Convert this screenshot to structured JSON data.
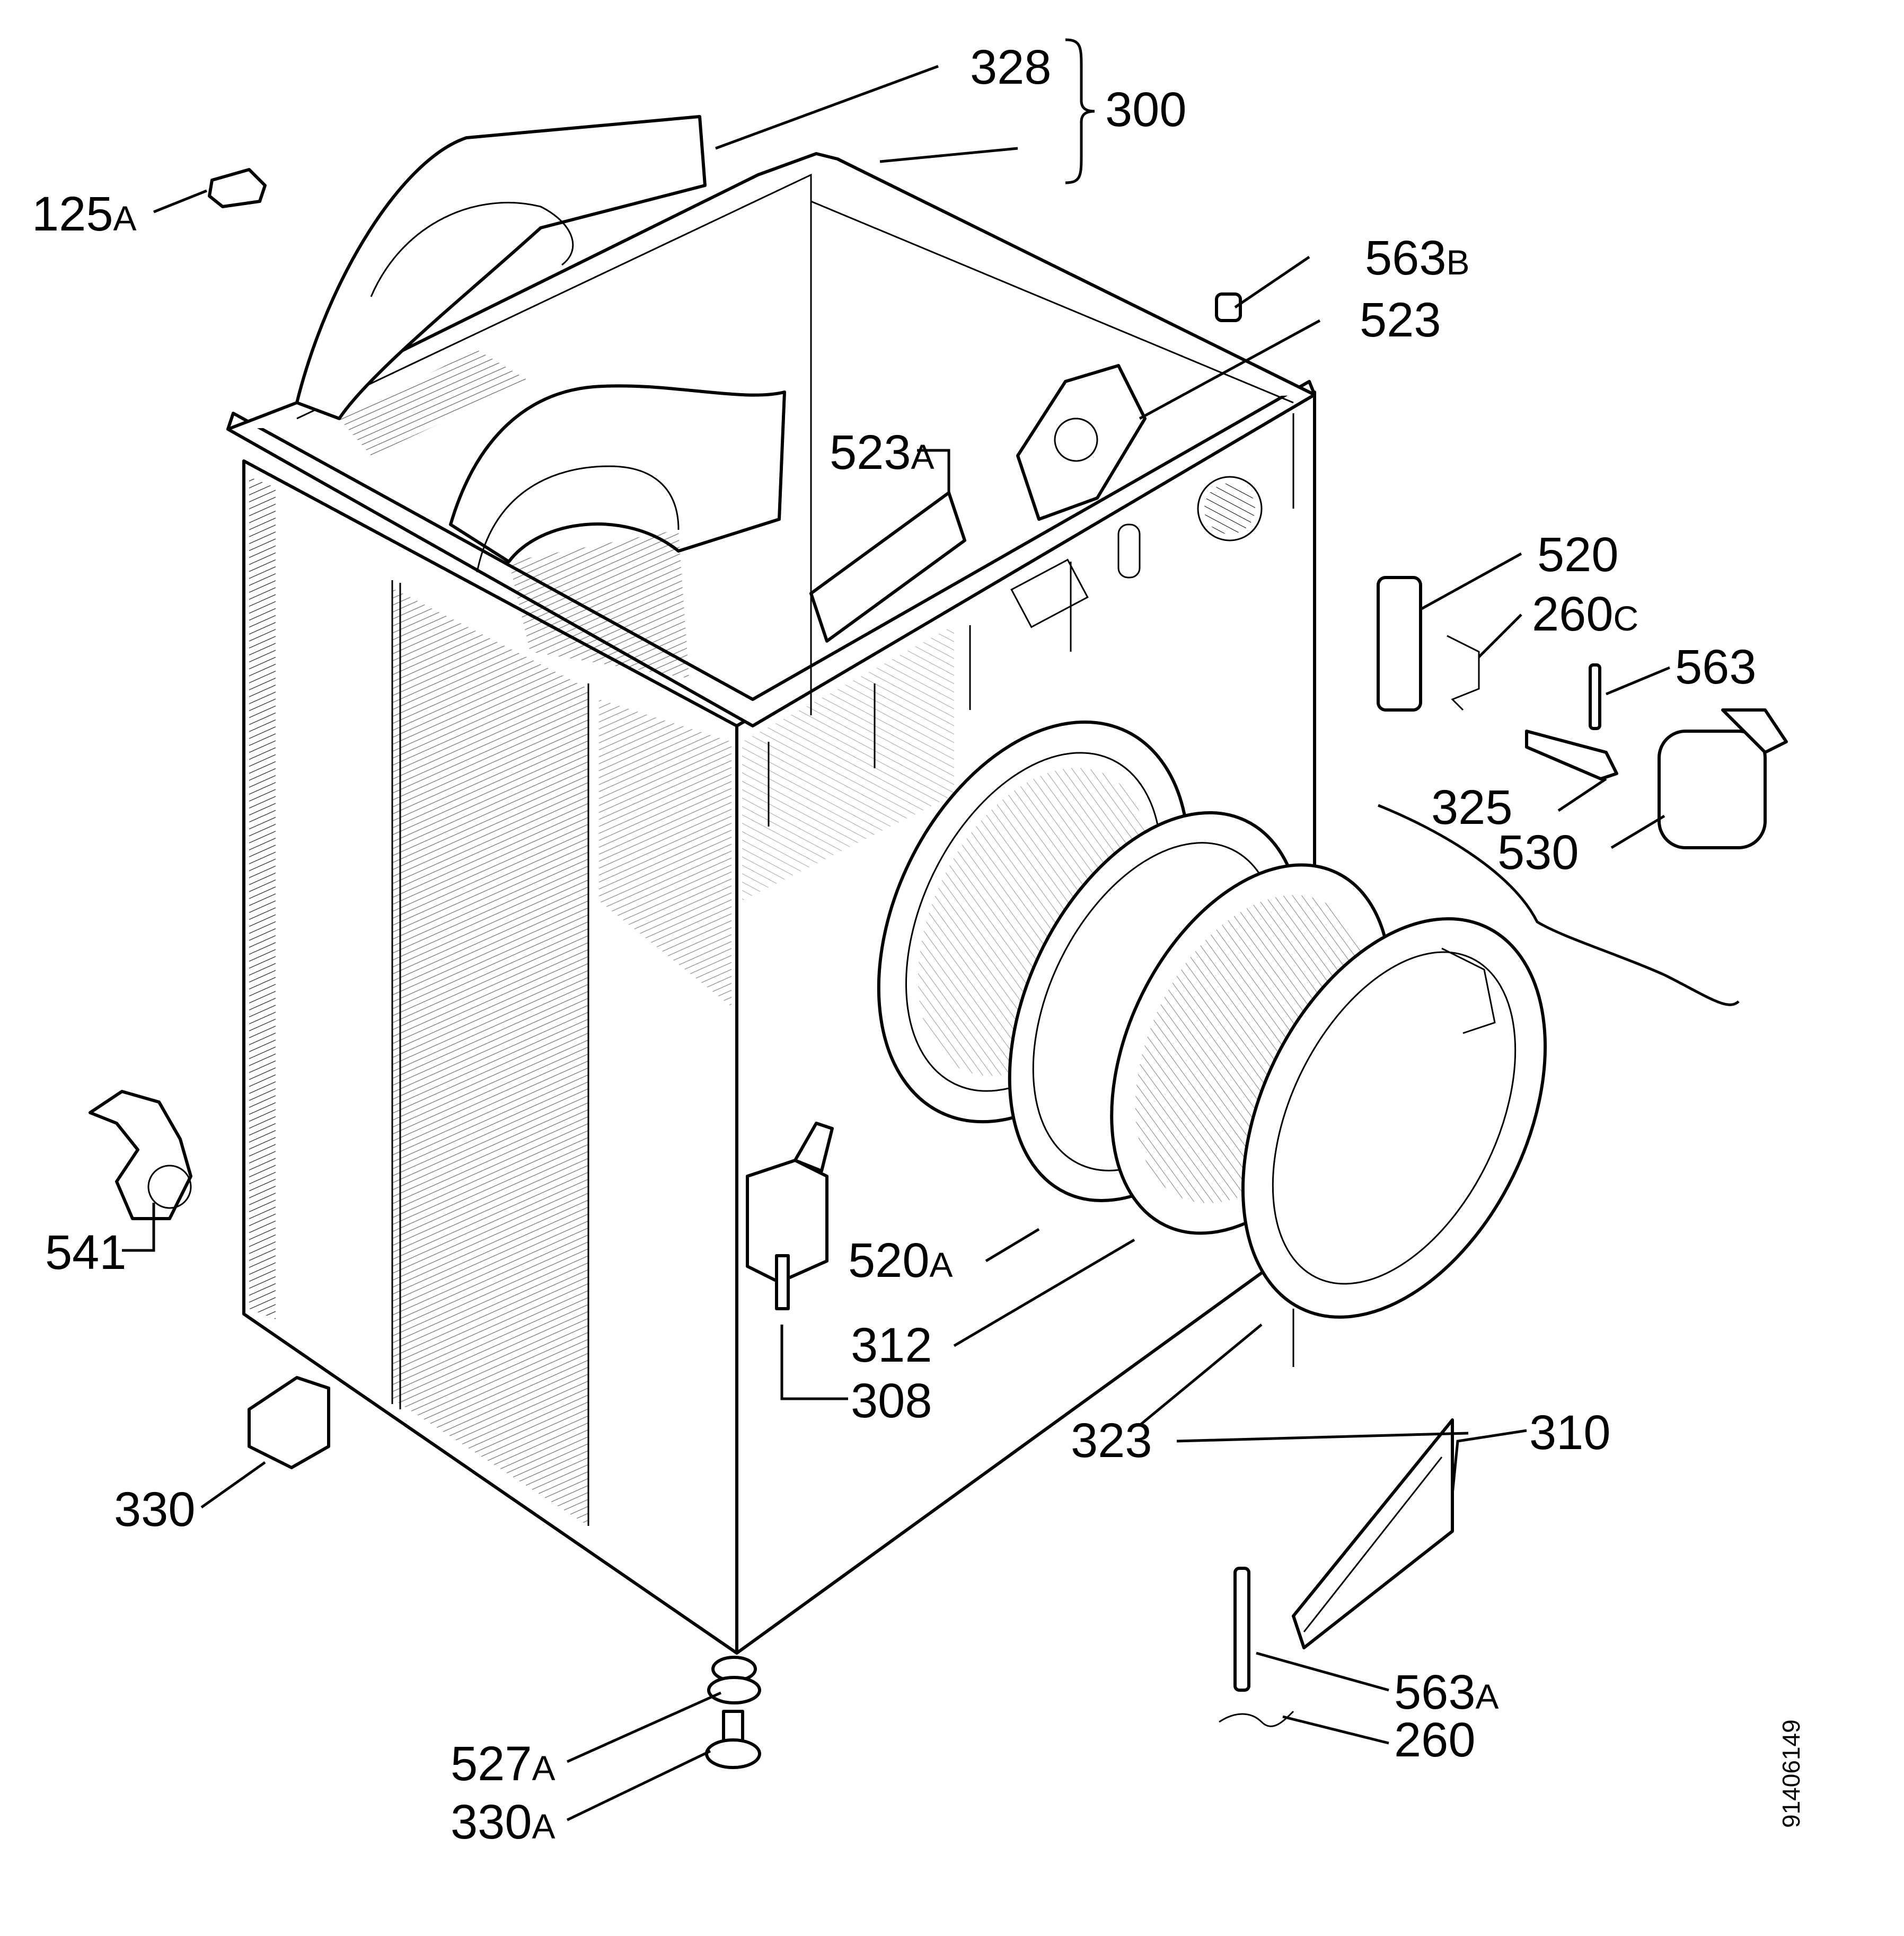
{
  "labels": {
    "p328": {
      "num": "328",
      "suf": ""
    },
    "p300": {
      "num": "300",
      "suf": ""
    },
    "p125a": {
      "num": "125",
      "suf": "A"
    },
    "p563b": {
      "num": "563",
      "suf": "B"
    },
    "p523": {
      "num": "523",
      "suf": ""
    },
    "p523a": {
      "num": "523",
      "suf": "A"
    },
    "p520": {
      "num": "520",
      "suf": ""
    },
    "p260c": {
      "num": "260",
      "suf": "C"
    },
    "p563": {
      "num": "563",
      "suf": ""
    },
    "p325": {
      "num": "325",
      "suf": ""
    },
    "p530": {
      "num": "530",
      "suf": ""
    },
    "p541": {
      "num": "541",
      "suf": ""
    },
    "p520a": {
      "num": "520",
      "suf": "A"
    },
    "p312": {
      "num": "312",
      "suf": ""
    },
    "p308": {
      "num": "308",
      "suf": ""
    },
    "p323": {
      "num": "323",
      "suf": ""
    },
    "p310": {
      "num": "310",
      "suf": ""
    },
    "p330": {
      "num": "330",
      "suf": ""
    },
    "p563a": {
      "num": "563",
      "suf": "A"
    },
    "p260": {
      "num": "260",
      "suf": ""
    },
    "p527a": {
      "num": "527",
      "suf": "A"
    },
    "p330a": {
      "num": "330",
      "suf": "A"
    }
  },
  "document_id": "91406149"
}
